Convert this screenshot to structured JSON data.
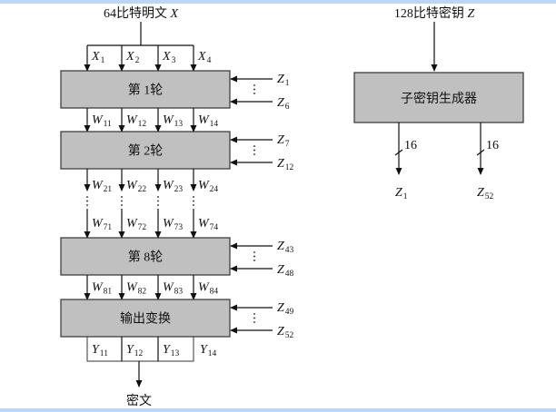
{
  "plaintext": {
    "text": "64比特明文 ",
    "var": "X"
  },
  "key": {
    "text": "128比特密钥 ",
    "var": "Z"
  },
  "ciphertext": "密文",
  "box_fill": "#c0c0c0",
  "rounds": [
    {
      "label": "第 1轮",
      "inputs": [
        {
          "var": "X",
          "sub": "1"
        },
        {
          "var": "X",
          "sub": "2"
        },
        {
          "var": "X",
          "sub": "3"
        },
        {
          "var": "X",
          "sub": "4"
        }
      ],
      "keys": [
        {
          "var": "Z",
          "sub": "1"
        },
        {
          "var": "Z",
          "sub": "6"
        }
      ]
    },
    {
      "label": "第 2轮",
      "inputs": [
        {
          "var": "W",
          "sub": "11"
        },
        {
          "var": "W",
          "sub": "12"
        },
        {
          "var": "W",
          "sub": "13"
        },
        {
          "var": "W",
          "sub": "14"
        }
      ],
      "keys": [
        {
          "var": "Z",
          "sub": "7"
        },
        {
          "var": "Z",
          "sub": "12"
        }
      ]
    },
    {
      "label": "第 8轮",
      "inputs": [
        {
          "var": "W",
          "sub": "71"
        },
        {
          "var": "W",
          "sub": "72"
        },
        {
          "var": "W",
          "sub": "73"
        },
        {
          "var": "W",
          "sub": "74"
        }
      ],
      "keys": [
        {
          "var": "Z",
          "sub": "43"
        },
        {
          "var": "Z",
          "sub": "48"
        }
      ],
      "preceded_by": [
        {
          "var": "W",
          "sub": "21"
        },
        {
          "var": "W",
          "sub": "22"
        },
        {
          "var": "W",
          "sub": "23"
        },
        {
          "var": "W",
          "sub": "24"
        }
      ]
    },
    {
      "label": "输出变换",
      "inputs": [
        {
          "var": "W",
          "sub": "81"
        },
        {
          "var": "W",
          "sub": "82"
        },
        {
          "var": "W",
          "sub": "83"
        },
        {
          "var": "W",
          "sub": "84"
        }
      ],
      "keys": [
        {
          "var": "Z",
          "sub": "49"
        },
        {
          "var": "Z",
          "sub": "52"
        }
      ]
    }
  ],
  "outputs": [
    {
      "var": "Y",
      "sub": "11"
    },
    {
      "var": "Y",
      "sub": "12"
    },
    {
      "var": "Y",
      "sub": "13"
    },
    {
      "var": "Y",
      "sub": "14"
    }
  ],
  "subkey_generator": {
    "label": "子密钥生成器",
    "outputs": [
      {
        "width": "16",
        "var": "Z",
        "sub": "1"
      },
      {
        "width": "16",
        "var": "Z",
        "sub": "52"
      }
    ]
  }
}
